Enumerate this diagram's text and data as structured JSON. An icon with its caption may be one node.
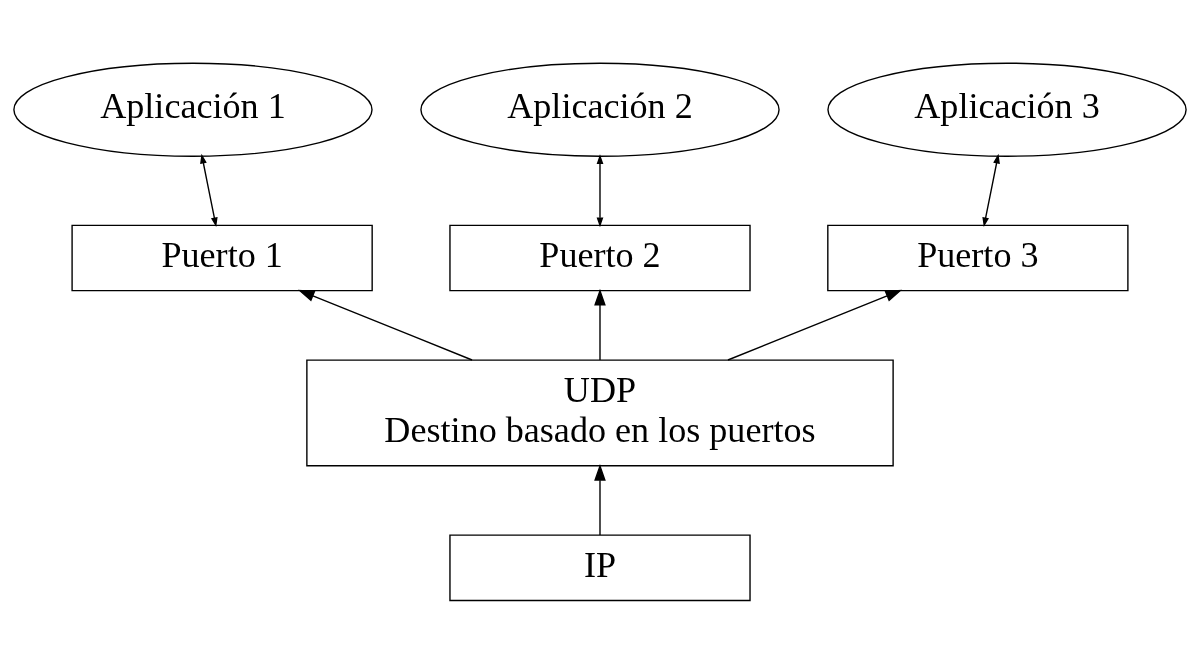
{
  "diagram": {
    "nodes": [
      {
        "text": [
          "Aplicación 1"
        ]
      },
      {
        "text": [
          "Aplicación 2"
        ]
      },
      {
        "text": [
          "Aplicación 3"
        ]
      },
      {
        "text": [
          "Puerto 1"
        ]
      },
      {
        "text": [
          "Puerto 2"
        ]
      },
      {
        "text": [
          "Puerto 3"
        ]
      },
      {
        "text": [
          "UDP",
          "Destino basado en los puertos"
        ]
      },
      {
        "text": [
          "IP"
        ]
      }
    ],
    "edges": [
      {
        "from": 3,
        "to": 0,
        "arrow": "both"
      },
      {
        "from": 4,
        "to": 1,
        "arrow": "both"
      },
      {
        "from": 5,
        "to": 2,
        "arrow": "both"
      },
      {
        "from": 6,
        "to": 3,
        "arrow": "to"
      },
      {
        "from": 6,
        "to": 4,
        "arrow": "to"
      },
      {
        "from": 6,
        "to": 5,
        "arrow": "to"
      },
      {
        "from": 7,
        "to": 6,
        "arrow": "to"
      }
    ]
  }
}
